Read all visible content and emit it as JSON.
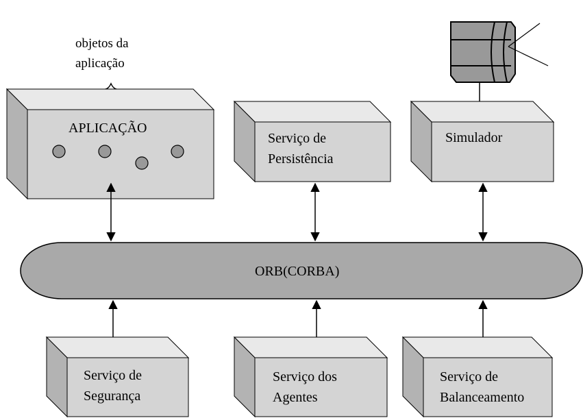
{
  "caption": {
    "line1": "objetos da",
    "line2": "aplicação"
  },
  "aplicacao": {
    "label": "APLICAÇÃO"
  },
  "persistencia": {
    "line1": "Serviço de",
    "line2": "Persistência"
  },
  "simulador": {
    "label": "Simulador",
    "device_icon": "cylinder-antenna-icon"
  },
  "orb": {
    "label": "ORB(CORBA)"
  },
  "seguranca": {
    "line1": "Serviço de",
    "line2": "Segurança"
  },
  "agentes": {
    "line1": "Serviço dos",
    "line2": "Agentes"
  },
  "balanceamento": {
    "line1": "Serviço de",
    "line2": "Balanceamento"
  },
  "colors": {
    "box_front": "#d4d4d4",
    "box_top": "#e9e9e9",
    "box_side": "#b3b3b3",
    "orb_fill": "#a9a9a9",
    "object_circle": "#999999",
    "stroke": "#000000"
  }
}
